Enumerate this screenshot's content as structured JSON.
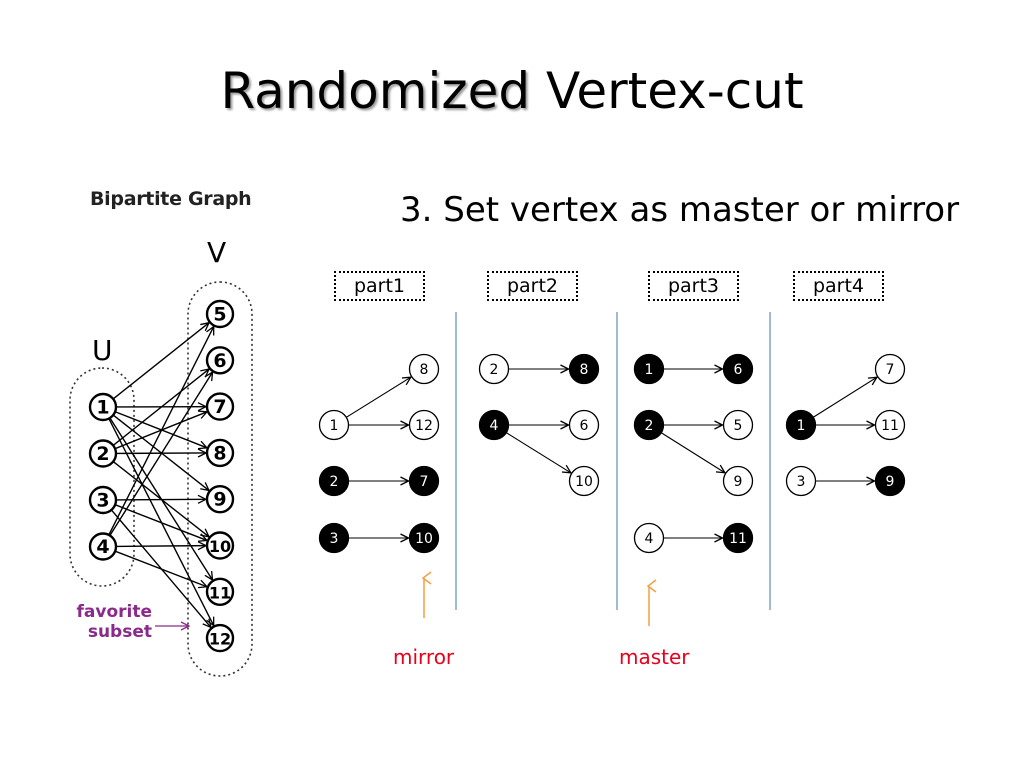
{
  "title": {
    "emphasis": "Randomized",
    "rest": " Vertex-cut"
  },
  "subtitle": "3. Set vertex as master or mirror",
  "bipartite": {
    "heading": "Bipartite Graph",
    "u_label": "U",
    "v_label": "V",
    "u_nodes": [
      "1",
      "2",
      "3",
      "4"
    ],
    "v_nodes": [
      "5",
      "6",
      "7",
      "8",
      "9",
      "10",
      "11",
      "12"
    ],
    "edges": [
      [
        "1",
        "5"
      ],
      [
        "1",
        "7"
      ],
      [
        "1",
        "8"
      ],
      [
        "1",
        "9"
      ],
      [
        "1",
        "11"
      ],
      [
        "1",
        "12"
      ],
      [
        "2",
        "6"
      ],
      [
        "2",
        "7"
      ],
      [
        "2",
        "8"
      ],
      [
        "2",
        "10"
      ],
      [
        "3",
        "9"
      ],
      [
        "3",
        "10"
      ],
      [
        "3",
        "12"
      ],
      [
        "4",
        "5"
      ],
      [
        "4",
        "6"
      ],
      [
        "4",
        "10"
      ],
      [
        "4",
        "11"
      ]
    ],
    "favorite_label": [
      "favorite",
      "subset"
    ]
  },
  "partitions": [
    {
      "label": "part1",
      "rows": [
        {
          "src": null,
          "dst": "8",
          "src_master": false,
          "dst_master": false
        },
        {
          "src": "1",
          "dst": "12",
          "src_master": false,
          "dst_master": false
        },
        {
          "src": "2",
          "dst": "7",
          "src_master": true,
          "dst_master": true
        },
        {
          "src": "3",
          "dst": "10",
          "src_master": true,
          "dst_master": true
        }
      ],
      "edges": [
        [
          1,
          0
        ],
        [
          1,
          1
        ],
        [
          2,
          2
        ],
        [
          3,
          3
        ]
      ]
    },
    {
      "label": "part2",
      "rows": [
        {
          "src": "2",
          "dst": "8",
          "src_master": false,
          "dst_master": true
        },
        {
          "src": "4",
          "dst": "6",
          "src_master": true,
          "dst_master": false
        },
        {
          "src": null,
          "dst": "10",
          "src_master": false,
          "dst_master": false
        }
      ],
      "edges": [
        [
          0,
          0
        ],
        [
          1,
          1
        ],
        [
          1,
          2
        ]
      ]
    },
    {
      "label": "part3",
      "rows": [
        {
          "src": "1",
          "dst": "6",
          "src_master": true,
          "dst_master": true
        },
        {
          "src": "2",
          "dst": "5",
          "src_master": true,
          "dst_master": false
        },
        {
          "src": null,
          "dst": "9",
          "src_master": false,
          "dst_master": false
        },
        {
          "src": "4",
          "dst": "11",
          "src_master": false,
          "dst_master": true
        }
      ],
      "edges": [
        [
          0,
          0
        ],
        [
          1,
          1
        ],
        [
          1,
          2
        ],
        [
          3,
          3
        ]
      ]
    },
    {
      "label": "part4",
      "rows": [
        {
          "src": null,
          "dst": "7",
          "src_master": false,
          "dst_master": false
        },
        {
          "src": "1",
          "dst": "11",
          "src_master": true,
          "dst_master": false
        },
        {
          "src": "3",
          "dst": "9",
          "src_master": false,
          "dst_master": true
        }
      ],
      "edges": [
        [
          1,
          0
        ],
        [
          1,
          1
        ],
        [
          2,
          2
        ]
      ]
    }
  ],
  "legend": {
    "mirror": "mirror",
    "master": "master"
  },
  "colors": {
    "master_fill": "#000000",
    "mirror_fill": "#ffffff",
    "divider": "#7ea6cc",
    "pointer": "#f0a040",
    "note": "#e8001c"
  }
}
